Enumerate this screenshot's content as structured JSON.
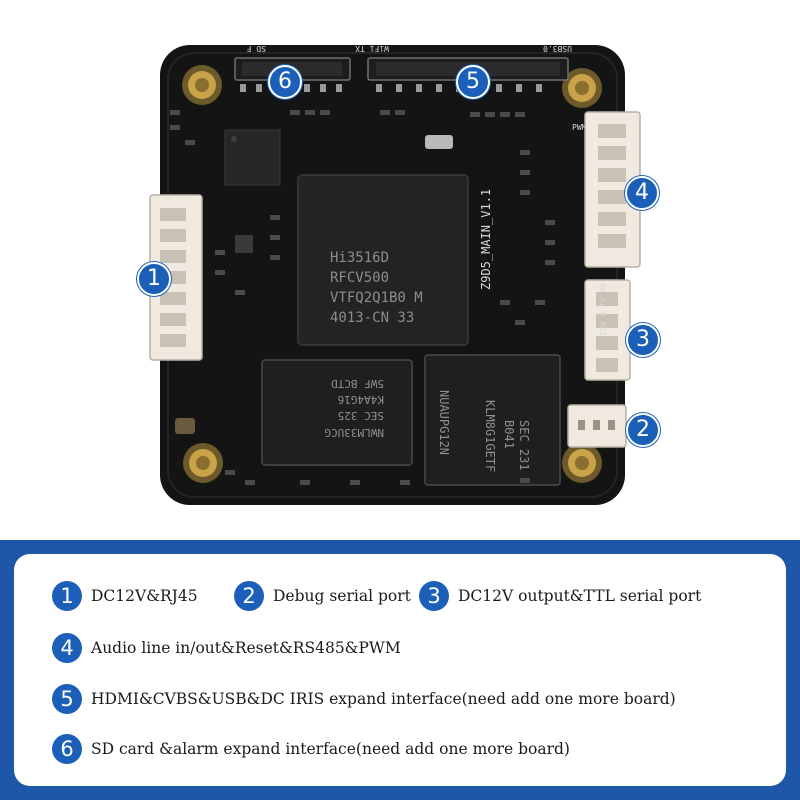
{
  "colors": {
    "accent": "#1b5fb8",
    "panel": "#1f57a8",
    "pcb": "#141414"
  },
  "board": {
    "silkscreen": {
      "sd_label": "SD F",
      "wifi_label": "WiFi_TX",
      "usb_label": "USB3.0",
      "pwm_label": "PWM",
      "board_name": "Z9D5_MAIN_V1.1",
      "port_label": "12V G TX RX",
      "soc_line1": "Hi3516D",
      "soc_line2": "RFCV500",
      "soc_line3": "VTFQ2Q1B0 M",
      "soc_line4": "4013-CN    33",
      "ram_line1": "NWLM33UCG",
      "ram_line2": "SEC 325",
      "ram_line3": "K4A4G16",
      "ram_line4": "5WF BCTD",
      "emmc_line1": "SEC 231",
      "emmc_line2": "B041",
      "emmc_line3": "KLM8G1GETF",
      "emmc_line4": "NUAUPG12N"
    },
    "markers": [
      "1",
      "2",
      "3",
      "4",
      "5",
      "6"
    ]
  },
  "legend": [
    {
      "num": "1",
      "text": "DC12V&RJ45"
    },
    {
      "num": "2",
      "text": "Debug serial port"
    },
    {
      "num": "3",
      "text": "DC12V output&TTL serial port"
    },
    {
      "num": "4",
      "text": "Audio line in/out&Reset&RS485&PWM"
    },
    {
      "num": "5",
      "text": "HDMI&CVBS&USB&DC IRIS expand interface(need add one more board)"
    },
    {
      "num": "6",
      "text": "SD card &alarm expand interface(need add one more board)"
    }
  ]
}
